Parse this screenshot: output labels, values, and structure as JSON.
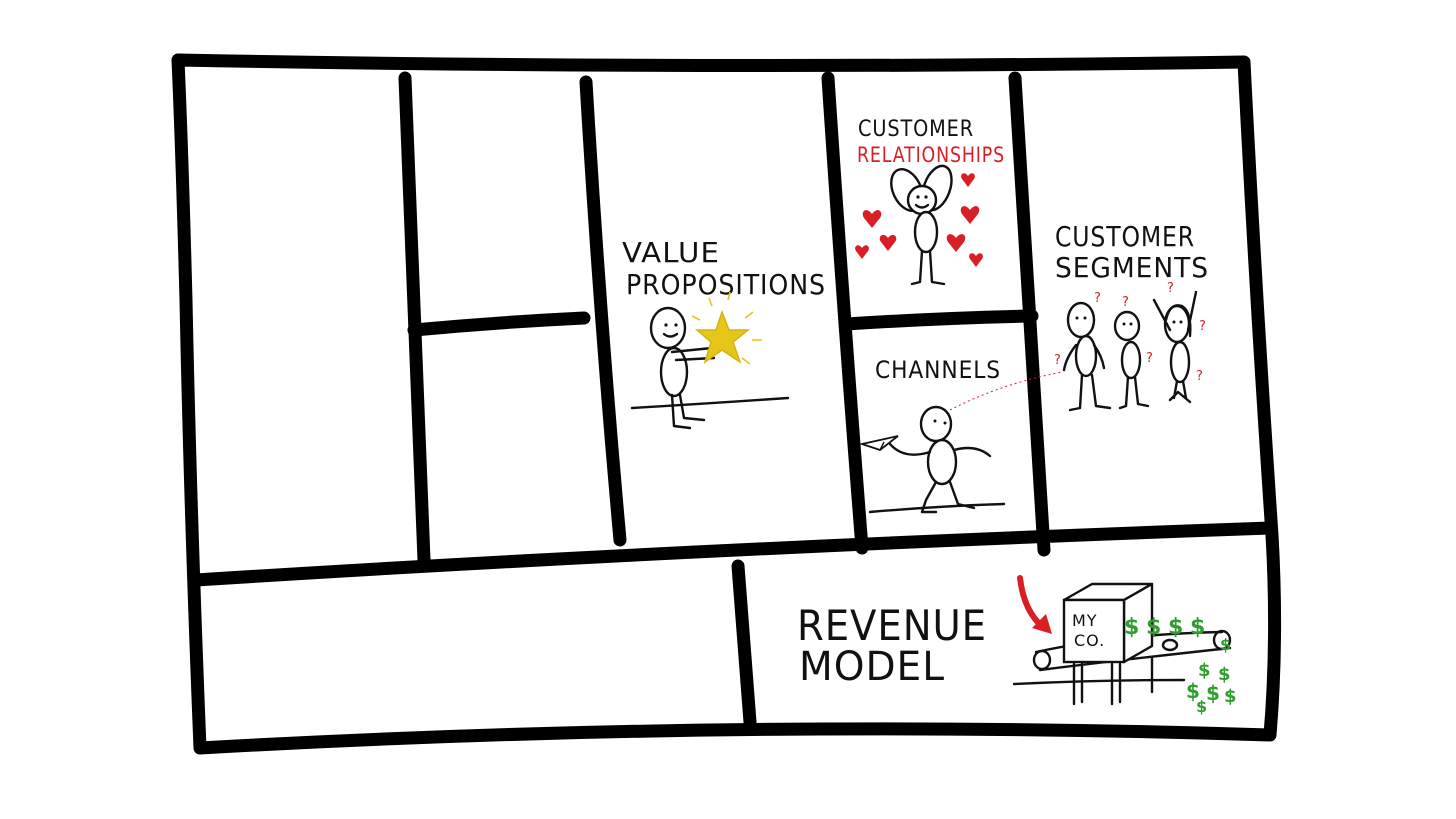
{
  "canvas": {
    "labels": {
      "customer_relationships_line1": "CUSTOMER",
      "customer_relationships_line2": "RELATIONSHIPS",
      "value_propositions_line1": "VALUE",
      "value_propositions_line2": "PROPOSITIONS",
      "customer_segments_line1": "CUSTOMER",
      "customer_segments_line2": "SEGMENTS",
      "channels": "CHANNELS",
      "revenue_model_line1": "REVENUE",
      "revenue_model_line2": "MODEL",
      "company_box_line1": "MY",
      "company_box_line2": "CO."
    },
    "colors": {
      "ink": "#000000",
      "accent_red": "#d81f26",
      "star_yellow": "#e6c619",
      "money_green": "#2f9e2f"
    },
    "icons": [
      "heart-icon",
      "star-icon",
      "question-mark-icon",
      "paper-plane-icon",
      "dollar-sign-icon",
      "arrow-icon",
      "conveyor-belt-icon"
    ]
  }
}
